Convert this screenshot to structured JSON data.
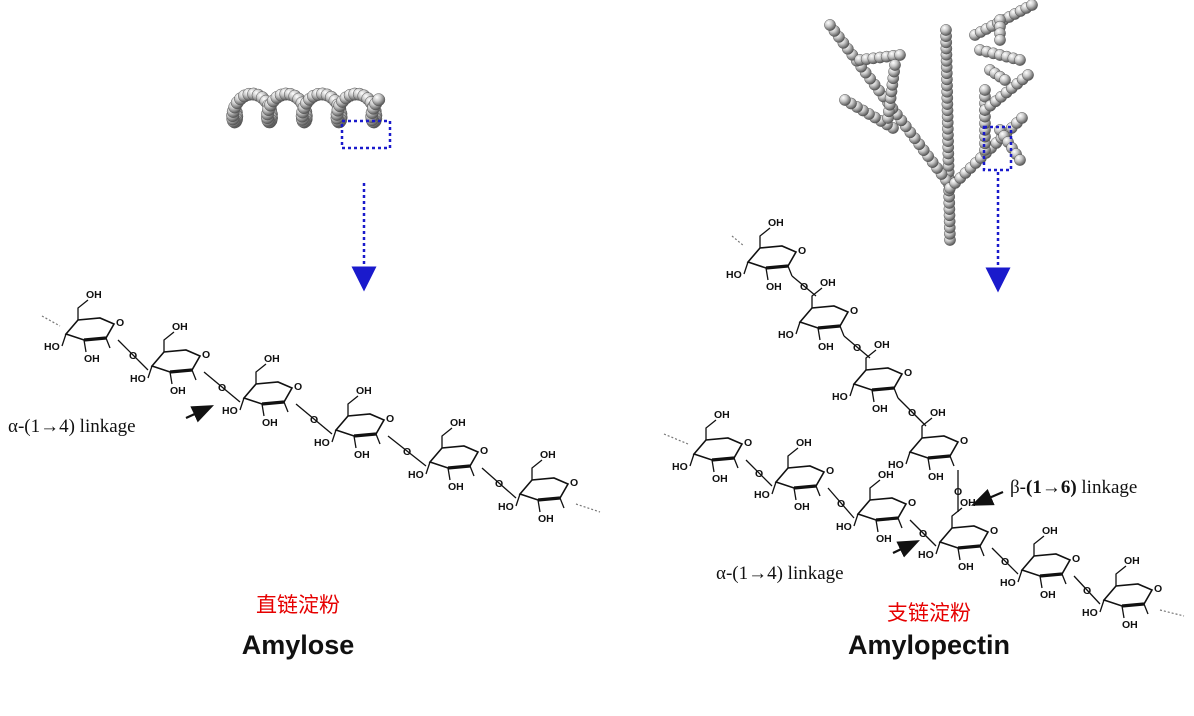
{
  "left": {
    "chinese_label": "直链淀粉",
    "title": "Amylose",
    "linkage_label": "α-(1→4) linkage"
  },
  "right": {
    "chinese_label": "支链淀粉",
    "title": "Amylopectin",
    "linkage_alpha_label": "α-(1→4)  linkage",
    "linkage_beta_prefix": "β-",
    "linkage_beta_bold": "(1→6)",
    "linkage_beta_suffix": " linkage"
  },
  "atom_labels": {
    "oh": "OH",
    "ho": "HO",
    "o": "O"
  },
  "colors": {
    "chinese_label": "#e60000",
    "arrow_blue": "#1a1acc",
    "sphere": "#9a9a9a",
    "text": "#111111"
  }
}
